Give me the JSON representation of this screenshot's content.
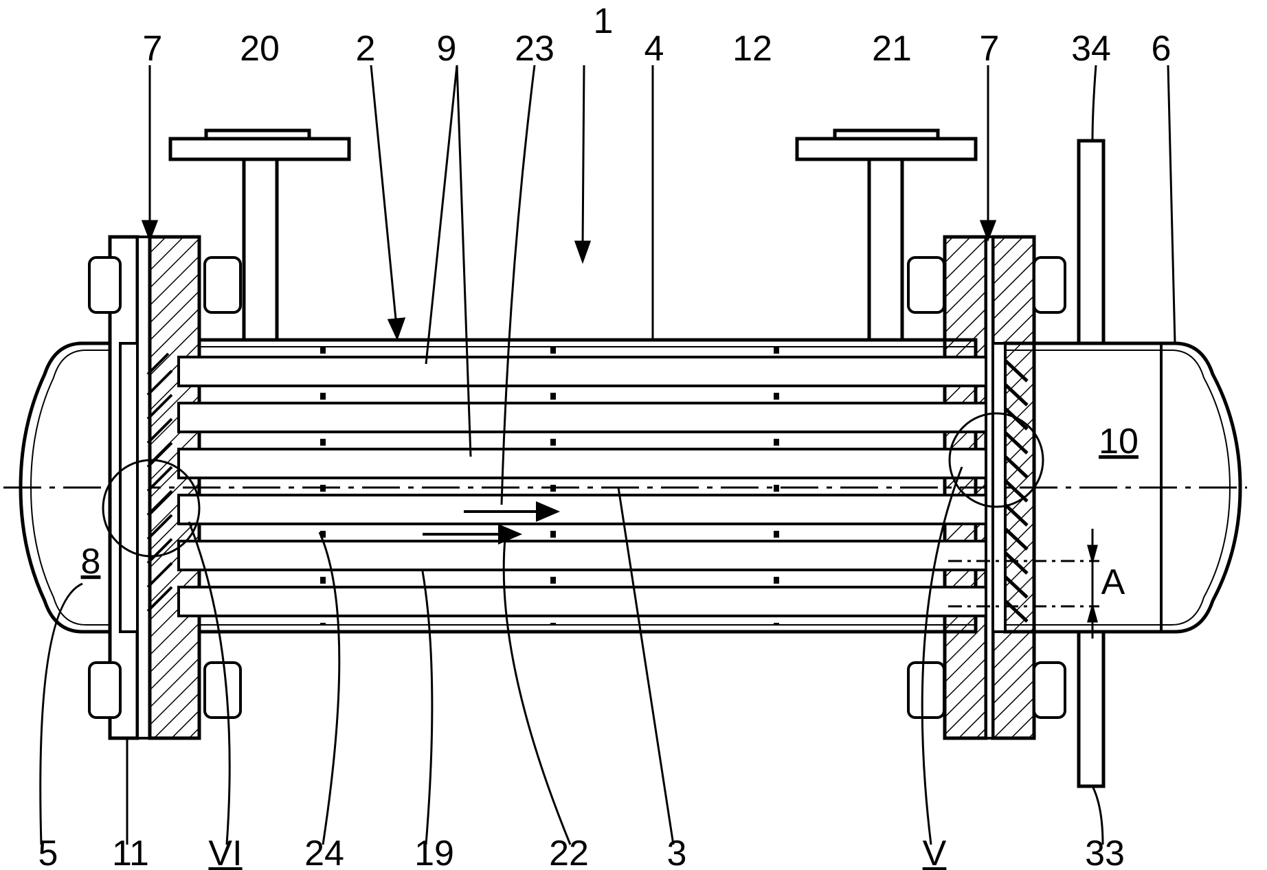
{
  "labels": {
    "n1": "1",
    "n2": "2",
    "n3": "3",
    "n4": "4",
    "n5": "5",
    "n6": "6",
    "n7_left": "7",
    "n7_right": "7",
    "n8": "8",
    "n9": "9",
    "n10": "10",
    "n11": "11",
    "n12": "12",
    "n19": "19",
    "n20": "20",
    "n21": "21",
    "n22": "22",
    "n23": "23",
    "n24": "24",
    "n33": "33",
    "n34": "34",
    "detail_v": "V",
    "detail_vi": "VI",
    "dim_a": "A"
  },
  "colors": {
    "line": "#000000",
    "background": "#ffffff"
  }
}
